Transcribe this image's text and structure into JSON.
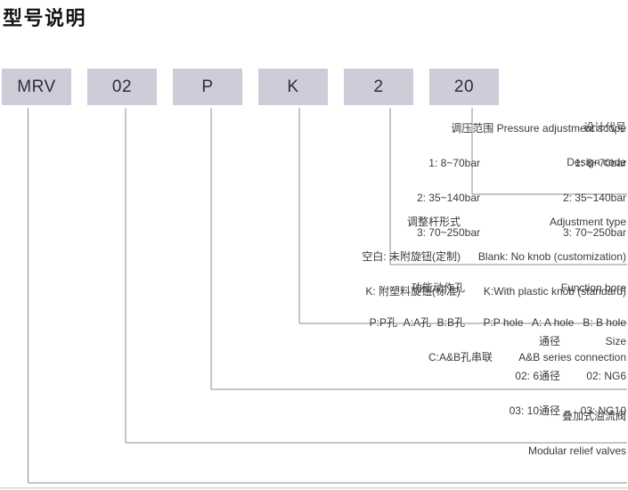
{
  "page_title": "型号说明",
  "model_code": {
    "segments": [
      "MRV",
      "02",
      "P",
      "K",
      "2",
      "20"
    ]
  },
  "annotations": {
    "design_code": {
      "cn": "设计代号",
      "en": "Design code"
    },
    "pressure_range": {
      "header": "调压范围 Pressure adjustment scope",
      "rows": [
        {
          "cn": "1: 8~70bar",
          "en": "1: 8~70bar"
        },
        {
          "cn": "2: 35~140bar",
          "en": "2: 35~140bar"
        },
        {
          "cn": "3: 70~250bar",
          "en": "3: 70~250bar"
        }
      ]
    },
    "adjustment_type": {
      "header_cn": "调整杆形式",
      "header_en": "Adjustment type",
      "rows": [
        {
          "cn": "空白: 未附旋钮(定制)",
          "en": "Blank: No knob (customization)"
        },
        {
          "cn": "K: 附塑料旋钮(标准)",
          "en": "K:With plastic knob (standard)"
        }
      ]
    },
    "function_bore": {
      "header_cn": "功能动作孔",
      "header_en": "Function bore",
      "rows": [
        {
          "cn": "P:P孔  A:A孔  B:B孔",
          "en": "P:P hole   A: A hole   B: B hole"
        },
        {
          "cn": "C:A&B孔串联",
          "en": "A&B series connection"
        }
      ]
    },
    "size": {
      "header_cn": "通径",
      "header_en": "Size",
      "rows": [
        {
          "cn": "02: 6通径",
          "en": "02: NG6"
        },
        {
          "cn": "03: 10通径",
          "en": "03: NG10"
        }
      ]
    },
    "product": {
      "cn": "叠加式溢流阀",
      "en": "Modular relief valves"
    }
  },
  "colors": {
    "box_fill": "#cccdd8",
    "connector_line": "#8c8c8c",
    "text": "#3b3b3b",
    "title": "#141414"
  }
}
